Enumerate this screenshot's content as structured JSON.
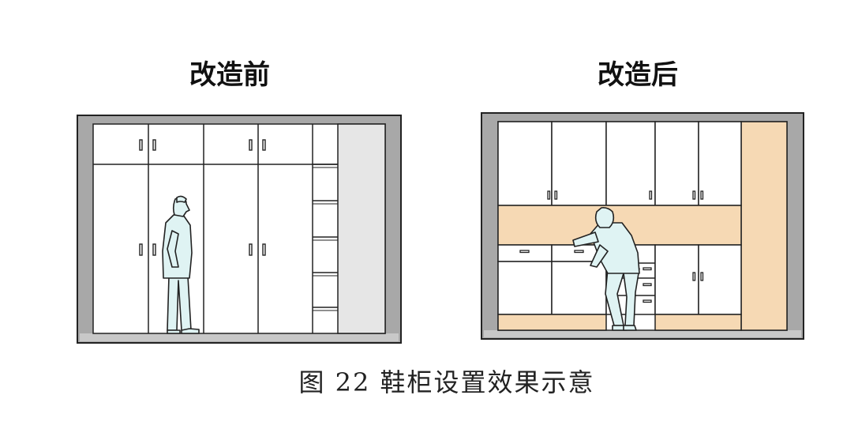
{
  "before": {
    "title": "改造前"
  },
  "after": {
    "title": "改造后"
  },
  "caption": "图 22 鞋柜设置效果示意",
  "colors": {
    "wall": "#a8a8a8",
    "floor": "#c8c8c8",
    "side_panel": "#e6e6e6",
    "cabinet_line": "#222222",
    "cabinet_fill": "#ffffff",
    "wood": "#f6d9b4",
    "person_fill": "#dff3f3"
  }
}
